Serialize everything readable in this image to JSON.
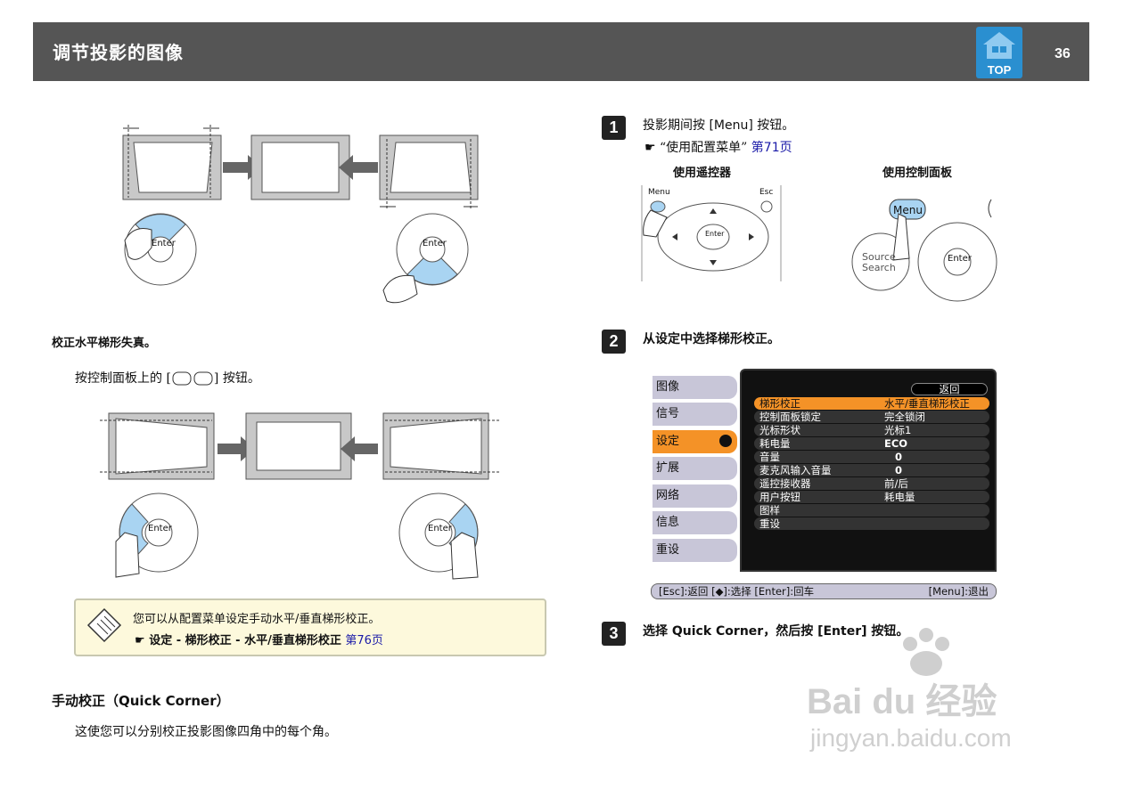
{
  "header": {
    "title": "调节投影的图像",
    "top_label": "TOP",
    "page_number": "36"
  },
  "left": {
    "section_heading": "校正水平梯形失真。",
    "instruction_prefix": "按控制面板上的 [",
    "instruction_suffix": "] 按钮。",
    "note": {
      "text": "您可以从配置菜单设定手动水平/垂直梯形校正。",
      "ref_path": "设定 - 梯形校正 - 水平/垂直梯形校正",
      "ref_page": "第76页"
    },
    "qc_heading": "手动校正（Quick Corner）",
    "qc_text": "这使您可以分别校正投影图像四角中的每个角。"
  },
  "pad": {
    "enter": "Enter"
  },
  "steps": [
    {
      "num": "1",
      "text": "投影期间按 [Menu] 按钮。"
    },
    {
      "num": "2",
      "text": "从设定中选择梯形校正。"
    },
    {
      "num": "3",
      "text_prefix": "选择 ",
      "text_bold": "Quick Corner",
      "text_suffix": "，然后按 [Enter] 按钮。"
    }
  ],
  "step1_ref": {
    "text": "“使用配置菜单”",
    "page": "第71页"
  },
  "remote": {
    "title": "使用遥控器",
    "menu_label": "Menu",
    "esc_label": "Esc",
    "enter_label": "Enter"
  },
  "panel": {
    "title": "使用控制面板",
    "menu_label": "Menu",
    "source_line1": "Source",
    "source_line2": "Search",
    "enter_label": "Enter"
  },
  "config_menu": {
    "tabs": [
      "图像",
      "信号",
      "设定",
      "扩展",
      "网络",
      "信息",
      "重设"
    ],
    "active_tab": "设定",
    "back_label": "返回",
    "rows": [
      {
        "key": "梯形校正",
        "value": "水平/垂直梯形校正"
      },
      {
        "key": "控制面板锁定",
        "value": "完全锁闭"
      },
      {
        "key": "光标形状",
        "value": "光标1"
      },
      {
        "key": "耗电量",
        "value": "ECO"
      },
      {
        "key": "音量",
        "value": "0"
      },
      {
        "key": "麦克风输入音量",
        "value": "0"
      },
      {
        "key": "遥控接收器",
        "value": "前/后"
      },
      {
        "key": "用户按钮",
        "value": "耗电量"
      },
      {
        "key": "图样",
        "value": ""
      },
      {
        "key": "重设",
        "value": ""
      }
    ],
    "footer_left": "[Esc]:返回 [◆]:选择 [Enter]:回车",
    "footer_right": "[Menu]:退出"
  },
  "watermark": {
    "brand": "Bai du 经验",
    "url": "jingyan.baidu.com"
  }
}
